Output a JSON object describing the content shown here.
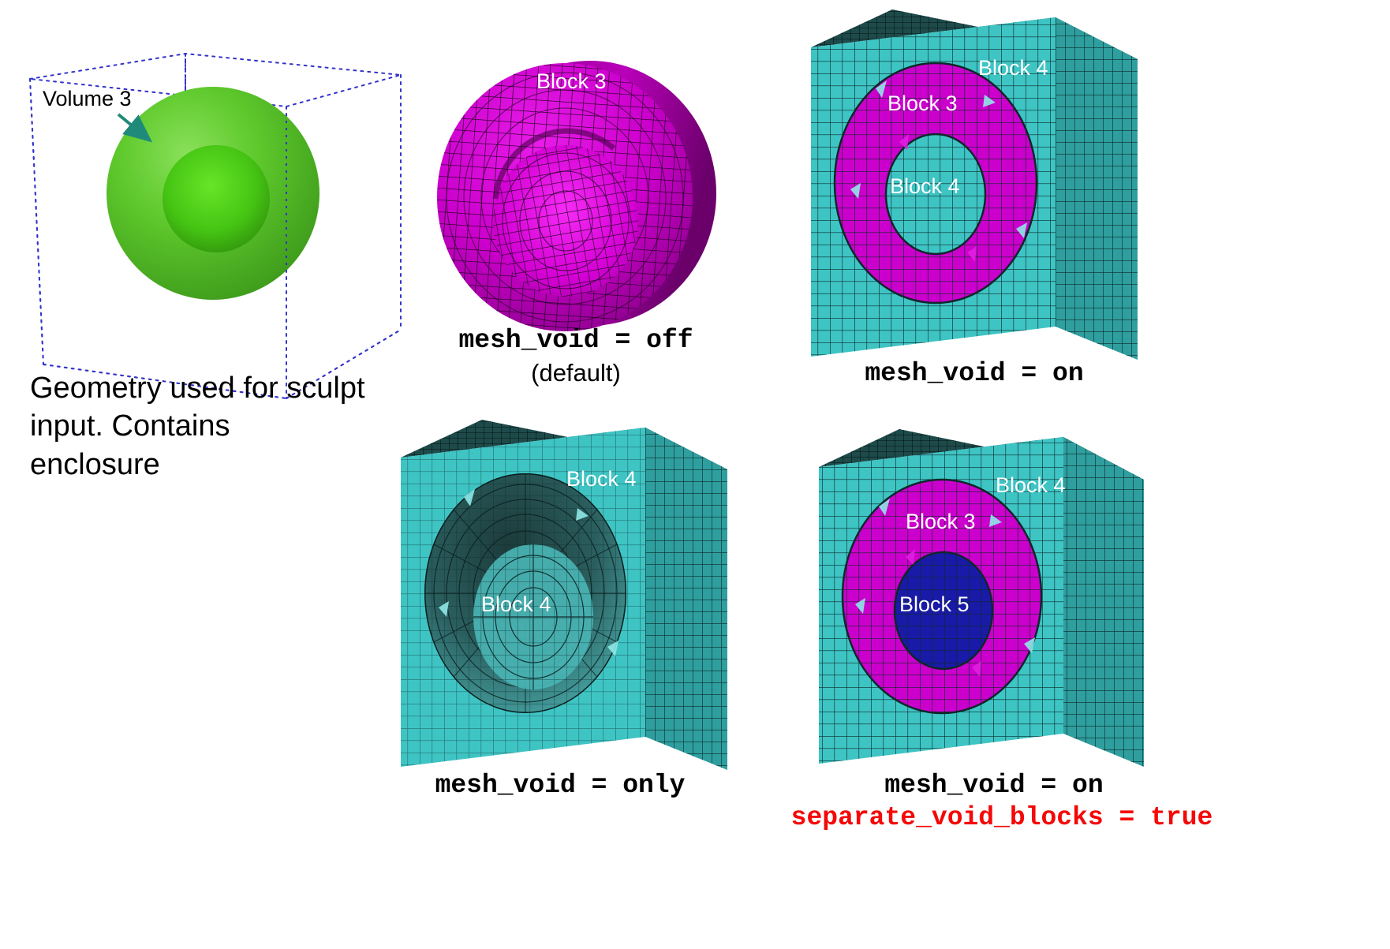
{
  "figure": {
    "title_present": false,
    "background_color": "#ffffff",
    "colors": {
      "enclosure_wire": "#3333cc",
      "geometry_green": "#4fc01f",
      "block3_magenta": "#cc00cc",
      "block4_cyan": "#3fc4c4",
      "block5_blue": "#1a1aa8",
      "mesh_line": "#000000",
      "label_white": "#ffffff",
      "arrow_teal": "#1f8a7a",
      "red_accent": "#f40808"
    }
  },
  "panels": [
    {
      "id": "geometry",
      "kind": "geometry-wireframe-sphere",
      "annotation": {
        "label": "Volume 3",
        "arrow": "arrow-to-outer-sphere"
      },
      "caption_lines": [
        "Geometry used for sculpt",
        "input.  Contains",
        "enclosure"
      ]
    },
    {
      "id": "mesh-void-off",
      "kind": "mesh-torus-sphere",
      "block_labels": [
        "Block 3"
      ],
      "caption": "mesh_void = off",
      "caption_sub": "(default)"
    },
    {
      "id": "mesh-void-on",
      "kind": "mesh-cube-cut",
      "block_labels": [
        "Block 4",
        "Block 3",
        "Block 4"
      ],
      "caption": "mesh_void = on"
    },
    {
      "id": "mesh-void-only",
      "kind": "mesh-cube-cavity",
      "block_labels": [
        "Block 4",
        "Block 4"
      ],
      "caption": "mesh_void = only"
    },
    {
      "id": "mesh-void-on-separate",
      "kind": "mesh-cube-cut-3block",
      "block_labels": [
        "Block 4",
        "Block 3",
        "Block 5"
      ],
      "caption": "mesh_void = on",
      "caption_extra": "separate_void_blocks = true"
    }
  ],
  "labels": {
    "volume3": "Volume 3",
    "block3": "Block 3",
    "block4": "Block 4",
    "block5": "Block 5"
  },
  "captions": {
    "geometry_line1": "Geometry used for sculpt",
    "geometry_line2": "input.  Contains",
    "geometry_line3": "enclosure",
    "mesh_void_off": "mesh_void = off",
    "default_note": "(default)",
    "mesh_void_on": "mesh_void = on",
    "mesh_void_only": "mesh_void = only",
    "mesh_void_on_2": "mesh_void = on",
    "separate_void_blocks": "separate_void_blocks = true"
  }
}
